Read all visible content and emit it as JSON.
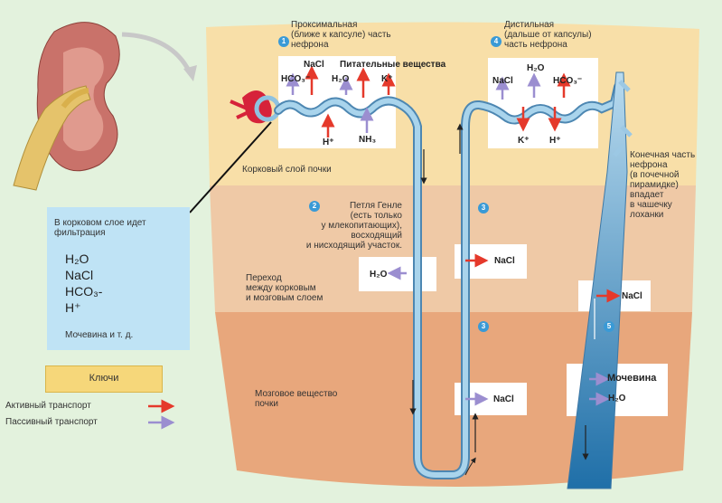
{
  "proximal": {
    "num": "1",
    "title": "Проксимальная\n(ближе к капсуле) часть\nнефрона"
  },
  "distal": {
    "num": "4",
    "title": "Дистильная\n(дальше от капсулы)\nчасть нефрона"
  },
  "proximal_box": {
    "nacl": "NaCl",
    "nutrients": "Питательные вещества",
    "hco3": "HCO₃⁻",
    "h2o": "H₂O",
    "k": "K⁺",
    "h": "H⁺",
    "nh3": "NH₃"
  },
  "distal_box": {
    "h2o": "H₂O",
    "nacl": "NaCl",
    "hco3": "HCO₃⁻",
    "k": "K⁺",
    "h": "H⁺"
  },
  "cortex_label": "Корковый слой почки",
  "loop": {
    "num": "2",
    "text": "Петля Генле\n(есть только\nу млекопитающих),\nвосходящий\nи нисходящий участок."
  },
  "collecting": {
    "text": "Конечная часть\nнефрона\n(в почечной\nпирамидке)\nвпадает\nв чашечку\nлоханки"
  },
  "transition_label": "Переход\nмежду корковым\nи мозговым слоем",
  "medulla_label": "Мозговое вещество\nпочки",
  "boxes": {
    "h2o_desc": "H₂O",
    "nacl_asc": "NaCl",
    "nacl_coll": "NaCl",
    "nacl_med": "NaCl",
    "urea": "Мочевина",
    "h2o_coll": "H₂O"
  },
  "markers": {
    "three": "3",
    "five": "5"
  },
  "filtration": {
    "title": "В корковом слое идет\nфильтрация",
    "items": [
      "H₂O",
      "NaCl",
      "HCO₃-",
      "H⁺"
    ],
    "footer": "Мочевина и т. д."
  },
  "legend": {
    "title": "Ключи",
    "active": "Активный транспорт",
    "passive": "Пассивный транспорт"
  },
  "colors": {
    "active": "#e5392b",
    "passive": "#9b8ed0",
    "cortex": "#f8dfa8",
    "transition": "#efc9a6",
    "medulla": "#e8a77c",
    "tubule": "#8fc2e0",
    "filtration": "#bfe3f5"
  }
}
